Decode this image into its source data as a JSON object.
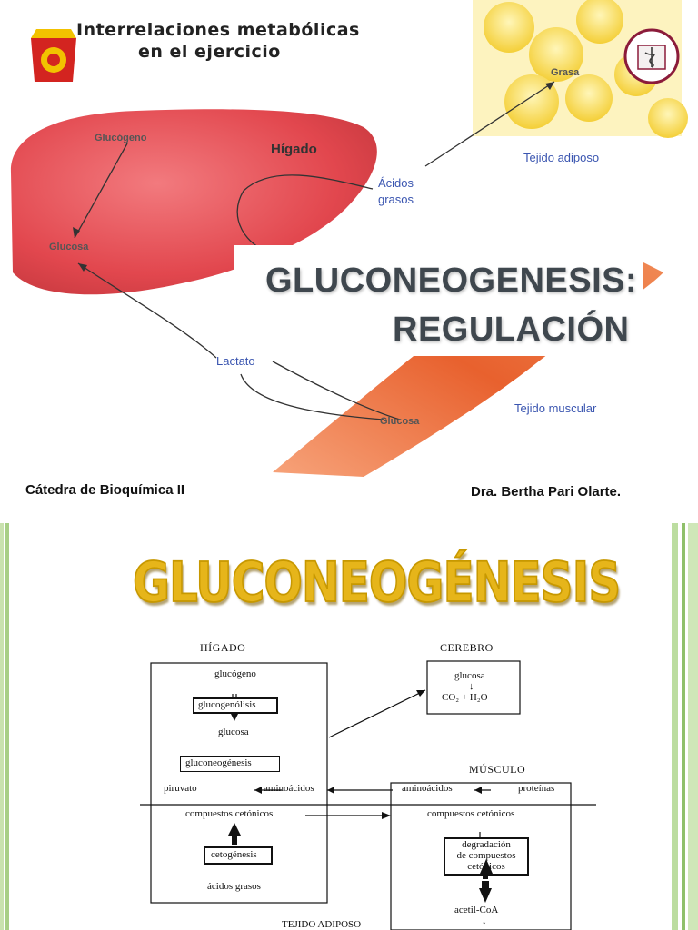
{
  "slide1": {
    "header": {
      "line1": "Interrelaciones metabólicas",
      "line2": "en el ejercicio"
    },
    "labels": {
      "glucogeno": "Glucógeno",
      "glucosa": "Glucosa",
      "higado": "Hígado",
      "grasa": "Grasa",
      "tejido_adiposo": "Tejido adiposo",
      "acidos": "Ácidos",
      "grasos": "grasos",
      "lactato": "Lactato",
      "glucosa_musculo": "Glucosa",
      "tejido_muscular": "Tejido muscular"
    },
    "title": {
      "line1": "GLUCONEOGENESIS:",
      "line2": "REGULACIÓN"
    },
    "footer": {
      "left": "Cátedra de Bioquímica II",
      "right": "Dra. Bertha Pari Olarte."
    },
    "colors": {
      "liver": "#e8545a",
      "muscle": "#e46a3a",
      "adipose": "#f6d64a",
      "title_text": "#3f474e"
    }
  },
  "slide2": {
    "title": "GLUCONEOGÉNESIS",
    "colors": {
      "title": "#e6b51a",
      "side_bars": "#b9d99a"
    },
    "diagram": {
      "higado": "HÍGADO",
      "cerebro": "CEREBRO",
      "musculo": "MÚSCULO",
      "tejido_adiposo": "TEJIDO ADIPOSO",
      "glucogeno": "glucógeno",
      "glucogenolisis": "glucogenólisis",
      "glucosa": "glucosa",
      "gluconeogenesis": "gluconeogénesis",
      "piruvato": "piruvato",
      "aminoacidos": "aminoácidos",
      "compuestos_cetonicos": "compuestos cetónicos",
      "cetogenesis": "cetogénesis",
      "acidos_grasos": "ácidos grasos",
      "cerebro_glucosa": "glucosa",
      "co2_h2o": "CO₂ + H₂O",
      "musculo_aminoacidos": "aminoácidos",
      "proteinas": "proteínas",
      "musculo_compuestos": "compuestos cetónicos",
      "degradacion_1": "degradación",
      "degradacion_2": "de compuestos",
      "degradacion_3": "cetónicos",
      "acetil_coa": "acetil-CoA"
    }
  }
}
